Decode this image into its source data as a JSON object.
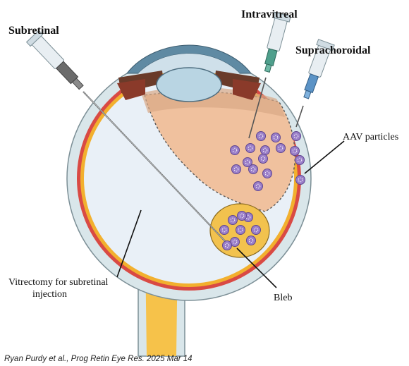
{
  "labels": {
    "subretinal": "Subretinal",
    "intravitreal": "Intravitreal",
    "suprachoroidal": "Suprachoroidal",
    "aav_particles": "AAV particles",
    "vitrectomy_line1": "Vitrectomy for subretinal",
    "vitrectomy_line2": "injection",
    "bleb": "Bleb"
  },
  "citation": "Ryan Purdy et al., Prog Retin Eye Res. 2025 Mar 14",
  "colors": {
    "sclera": "#d9e6ea",
    "choroid": "#d94a44",
    "retina": "#f2b02e",
    "optic_nerve": "#f6c24a",
    "vitreous": "#e9f0f7",
    "vector_region": "#f0c19e",
    "lens": "#b9d5e3",
    "cornea": "#5f8aa3",
    "aav_particle": "#9a7ec8",
    "subretinal_hub": "#666666",
    "intravitreal_hub": "#4f9f8c",
    "suprachoroidal_hub": "#5b93c6"
  }
}
